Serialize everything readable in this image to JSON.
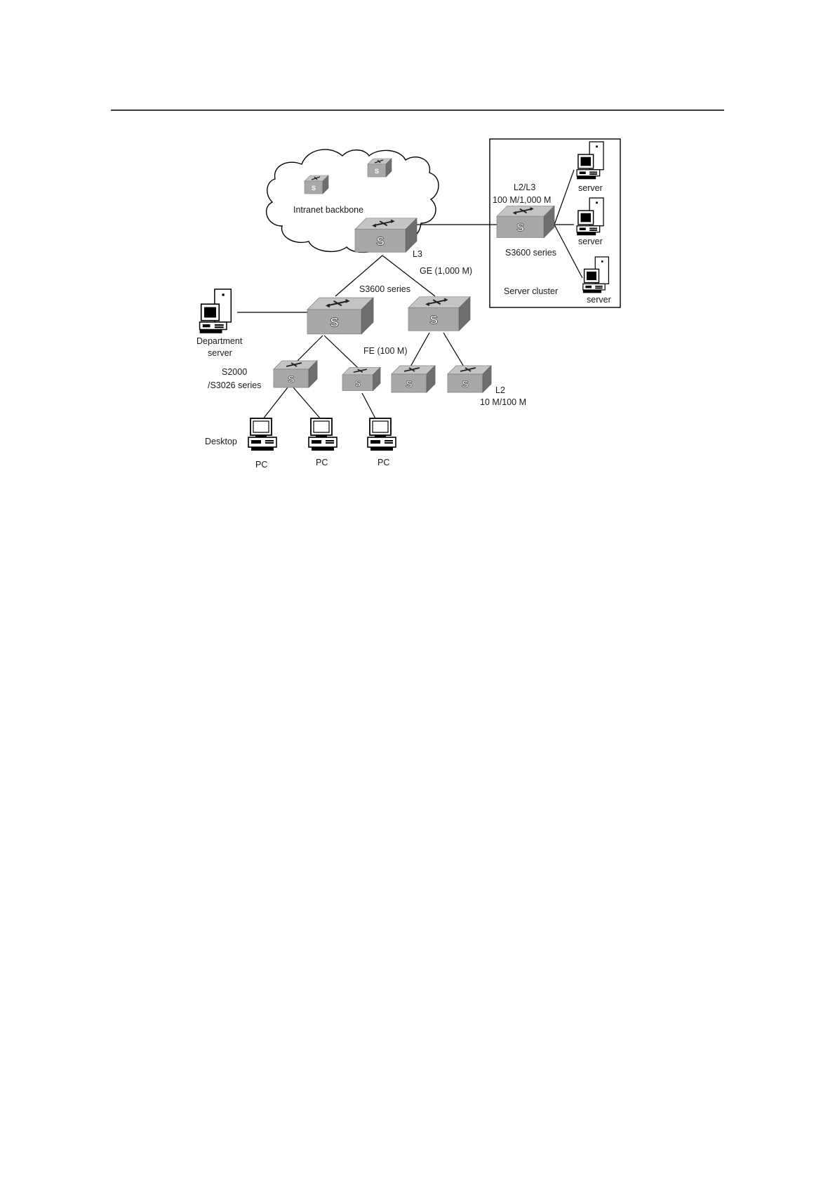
{
  "diagram": {
    "labels": {
      "intranet_backbone": "Intranet backbone",
      "l2_l3": "L2/L3",
      "speed_100_1000": "100 M/1,000 M",
      "s3600_series_cluster": "S3600 series",
      "server_cluster": "Server cluster",
      "server_1": "server",
      "server_2": "server",
      "server_3": "server",
      "l3": "L3",
      "ge_1000": "GE (1,000 M)",
      "s3600_series_dist": "S3600 series",
      "department_server_line1": "Department",
      "department_server_line2": "server",
      "fe_100": "FE (100 M)",
      "s2000_line1": "S2000",
      "s2000_line2": "/S3026 series",
      "l2": "L2",
      "speed_10_100": "10 M/100 M",
      "desktop": "Desktop",
      "pc_1": "PC",
      "pc_2": "PC",
      "pc_3": "PC"
    },
    "switch_letter": "S"
  }
}
